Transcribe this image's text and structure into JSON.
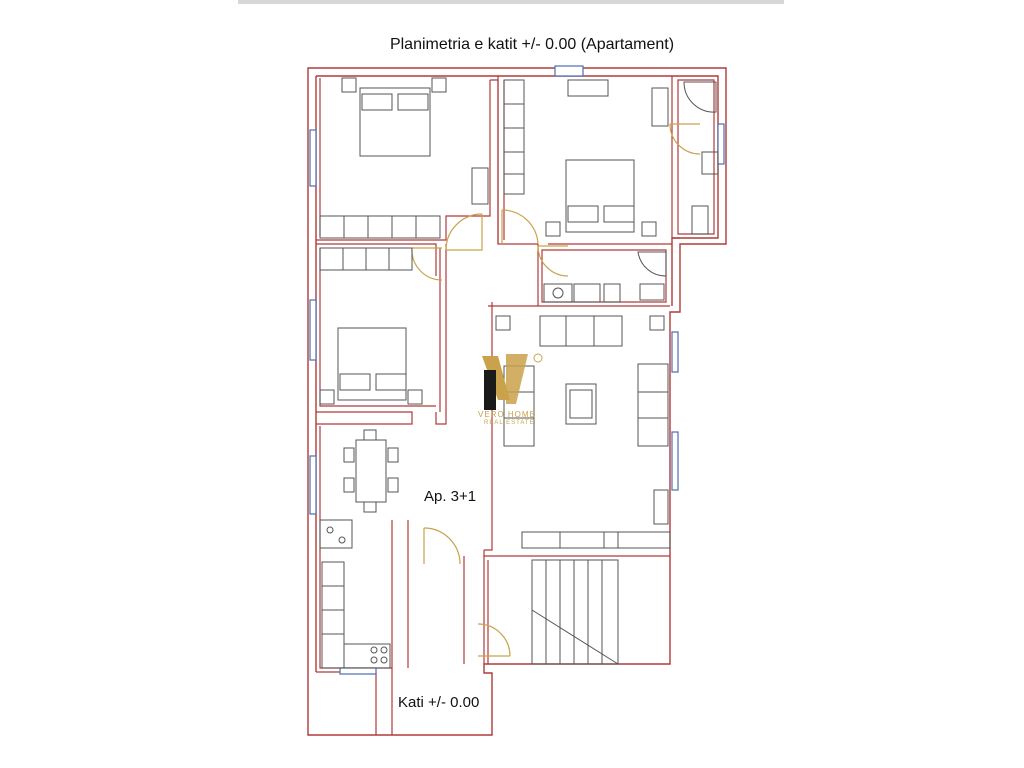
{
  "header": {
    "title": "Planimetria e katit +/- 0.00 (Apartament)"
  },
  "labels": {
    "apartment": "Ap. 3+1",
    "floor": "Kati +/- 0.00"
  },
  "watermark": {
    "brand_line1": "VERO HOME",
    "brand_line2": "REAL ESTATE",
    "mark": "®"
  },
  "colors": {
    "wall": "#b03a3a",
    "furniture": "#555555",
    "door": "#c9a24b",
    "window": "#4a6fb0",
    "brand_gold": "#c9a24b"
  }
}
